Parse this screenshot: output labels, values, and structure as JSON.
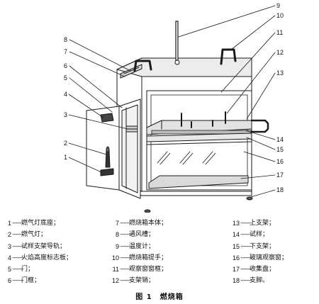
{
  "callouts": [
    "1",
    "2",
    "3",
    "4",
    "5",
    "6",
    "7",
    "8",
    "9",
    "10",
    "11",
    "12",
    "13",
    "14",
    "15",
    "16",
    "17",
    "18"
  ],
  "legend": [
    {
      "n": "1",
      "label": "燃气灯底座；"
    },
    {
      "n": "2",
      "label": "燃气灯；"
    },
    {
      "n": "3",
      "label": "试样支架导轨；"
    },
    {
      "n": "4",
      "label": "火焰高度标志板；"
    },
    {
      "n": "5",
      "label": "门；"
    },
    {
      "n": "6",
      "label": "门框；"
    },
    {
      "n": "7",
      "label": "燃烧箱本体；"
    },
    {
      "n": "8",
      "label": "通风槽；"
    },
    {
      "n": "9",
      "label": "温度计；"
    },
    {
      "n": "10",
      "label": "燃烧箱提手；"
    },
    {
      "n": "11",
      "label": "观察窗窗框；"
    },
    {
      "n": "12",
      "label": "支架销；"
    },
    {
      "n": "13",
      "label": "上支架；"
    },
    {
      "n": "14",
      "label": "试样；"
    },
    {
      "n": "15",
      "label": "下支架；"
    },
    {
      "n": "16",
      "label": "玻璃观察窗；"
    },
    {
      "n": "17",
      "label": "收集盘；"
    },
    {
      "n": "18",
      "label": "支脚。"
    }
  ],
  "caption": "图 1　燃烧箱"
}
